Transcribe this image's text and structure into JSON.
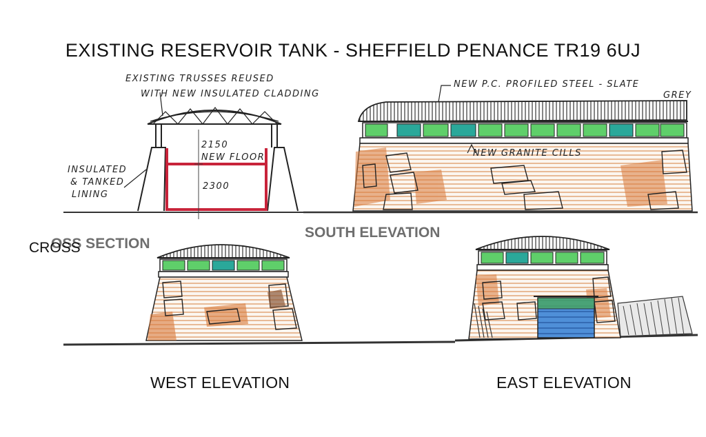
{
  "title": "EXISTING RESERVOIR TANK - SHEFFIELD PENANCE TR19 6UJ",
  "labels": {
    "cross_word": "CROSS",
    "cross_section": "OSS SECTION",
    "south_elevation": "SOUTH ELEVATION",
    "west_elevation": "WEST ELEVATION",
    "east_elevation": "EAST ELEVATION"
  },
  "annotations": {
    "trusses_line1": "EXISTING TRUSSES REUSED",
    "trusses_line2": "WITH NEW INSULATED CLADDING",
    "dim_upper": "2150",
    "new_floor": "NEW FLOOR",
    "dim_lower": "2300",
    "lining_line1": "INSULATED",
    "lining_line2": "& TANKED",
    "lining_line3": "LINING",
    "roof_note_line1": "NEW P.C. PROFILED STEEL - SLATE",
    "roof_note_line2": "GREY",
    "cills_note": "NEW GRANITE CILLS"
  },
  "colors": {
    "ink": "#222222",
    "lining_red": "#c8233a",
    "glass_green": "#5fcf6a",
    "glass_teal": "#2aa89a",
    "stone_orange": "#d97a3a",
    "stone_brown": "#8a5a3a",
    "door_blue": "#3b7fd0",
    "door_green": "#4aa860",
    "ground": "#333333"
  }
}
